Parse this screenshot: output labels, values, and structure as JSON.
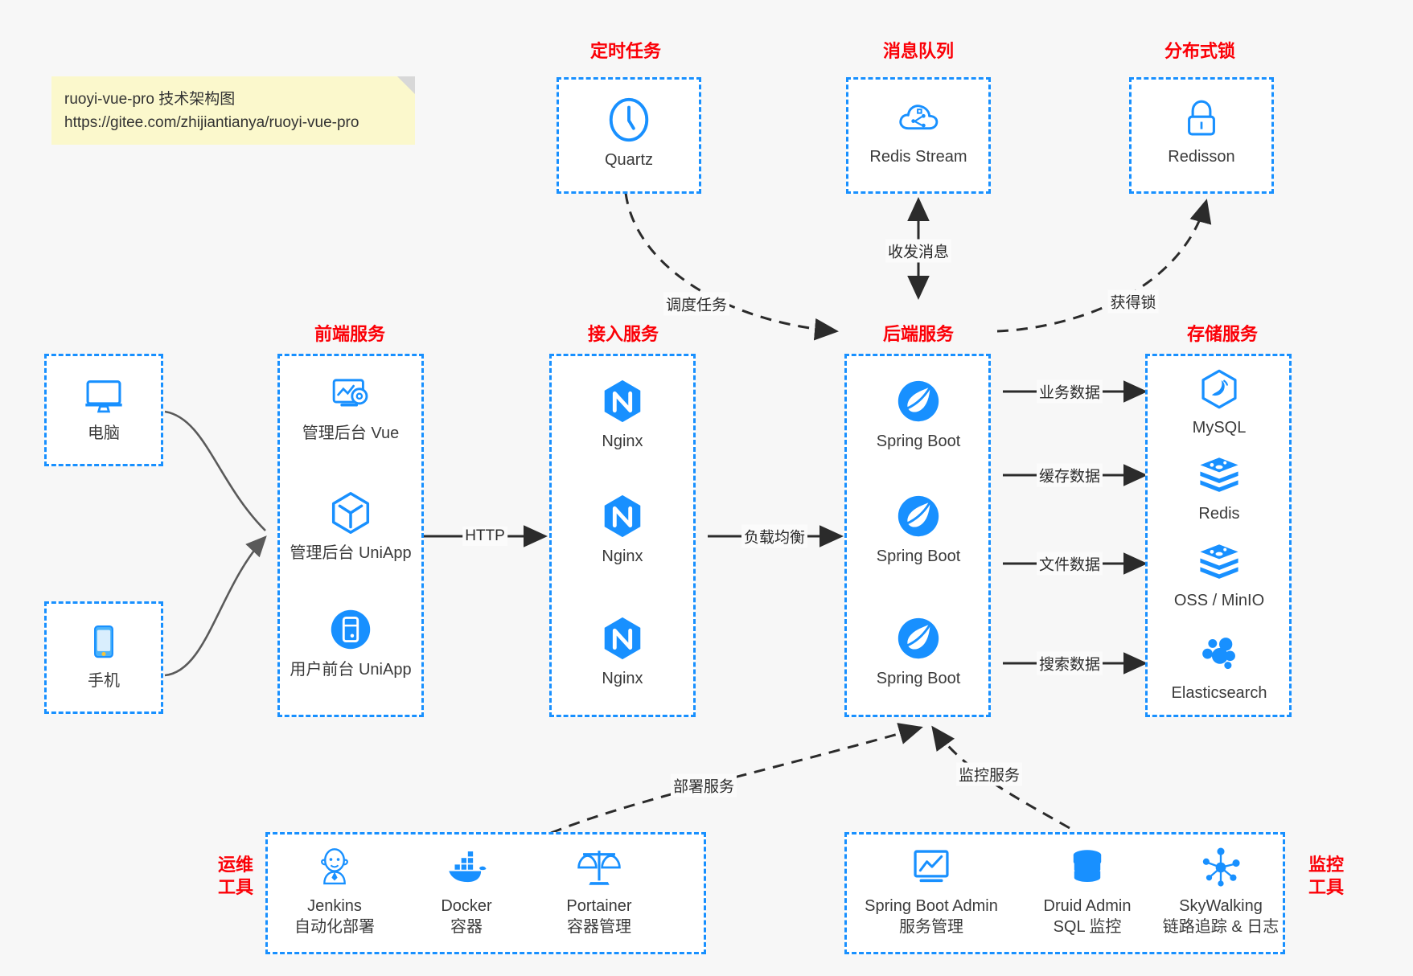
{
  "note": {
    "line1": "ruoyi-vue-pro 技术架构图",
    "line2": "https://gitee.com/zhijiantianya/ruoyi-vue-pro"
  },
  "colors": {
    "background": "#f7f7f7",
    "box_border": "#1890ff",
    "box_fill": "#ffffff",
    "group_title": "#fb0007",
    "icon_blue": "#1890ff",
    "label_text": "#3b3b3b",
    "edge": "#2b2b2b",
    "note_fill": "#fbf8cc"
  },
  "groups": {
    "scheduler": {
      "title": "定时任务",
      "nodes": [
        {
          "label": "Quartz",
          "icon": "clock-icon"
        }
      ]
    },
    "mq": {
      "title": "消息队列",
      "nodes": [
        {
          "label": "Redis Stream",
          "icon": "cloud-stream-icon"
        }
      ]
    },
    "lock": {
      "title": "分布式锁",
      "nodes": [
        {
          "label": "Redisson",
          "icon": "padlock-icon"
        }
      ]
    },
    "clients": {
      "nodes": [
        {
          "label": "电脑",
          "icon": "desktop-icon"
        },
        {
          "label": "手机",
          "icon": "mobile-phone-icon"
        }
      ]
    },
    "frontend": {
      "title": "前端服务",
      "nodes": [
        {
          "label": "管理后台 Vue",
          "icon": "dashboard-gear-icon"
        },
        {
          "label": "管理后台 UniApp",
          "icon": "hexagon-cube-icon"
        },
        {
          "label": "用户前台 UniApp",
          "icon": "app-circle-icon"
        }
      ]
    },
    "gateway": {
      "title": "接入服务",
      "nodes": [
        {
          "label": "Nginx",
          "icon": "nginx-icon"
        },
        {
          "label": "Nginx",
          "icon": "nginx-icon"
        },
        {
          "label": "Nginx",
          "icon": "nginx-icon"
        }
      ]
    },
    "backend": {
      "title": "后端服务",
      "nodes": [
        {
          "label": "Spring Boot",
          "icon": "spring-boot-icon"
        },
        {
          "label": "Spring Boot",
          "icon": "spring-boot-icon"
        },
        {
          "label": "Spring Boot",
          "icon": "spring-boot-icon"
        }
      ]
    },
    "storage": {
      "title": "存储服务",
      "nodes": [
        {
          "label": "MySQL",
          "icon": "mysql-dolphin-icon"
        },
        {
          "label": "Redis",
          "icon": "redis-stack-icon"
        },
        {
          "label": "OSS / MinIO",
          "icon": "redis-stack-icon"
        },
        {
          "label": "Elasticsearch",
          "icon": "elasticsearch-icon"
        }
      ]
    },
    "devops": {
      "title": "运维\n工具",
      "title_line1": "运维",
      "title_line2": "工具",
      "nodes": [
        {
          "label": "Jenkins",
          "sublabel": "自动化部署",
          "icon": "jenkins-butler-icon"
        },
        {
          "label": "Docker",
          "sublabel": "容器",
          "icon": "docker-whale-icon"
        },
        {
          "label": "Portainer",
          "sublabel": "容器管理",
          "icon": "scales-icon"
        }
      ]
    },
    "monitor": {
      "title_line1": "监控",
      "title_line2": "工具",
      "nodes": [
        {
          "label": "Spring Boot Admin",
          "sublabel": "服务管理",
          "icon": "monitor-chart-icon"
        },
        {
          "label": "Druid Admin",
          "sublabel": "SQL 监控",
          "icon": "database-icon"
        },
        {
          "label": "SkyWalking",
          "sublabel": "链路追踪 & 日志",
          "icon": "skywalking-node-icon"
        }
      ]
    }
  },
  "edges": [
    {
      "id": "http",
      "label": "HTTP",
      "from": "frontend",
      "to": "gateway",
      "style": "solid"
    },
    {
      "id": "lb",
      "label": "负载均衡",
      "from": "gateway",
      "to": "backend",
      "style": "solid"
    },
    {
      "id": "biz",
      "label": "业务数据",
      "from": "backend",
      "to": "MySQL",
      "style": "solid"
    },
    {
      "id": "cache",
      "label": "缓存数据",
      "from": "backend",
      "to": "Redis",
      "style": "solid"
    },
    {
      "id": "file",
      "label": "文件数据",
      "from": "backend",
      "to": "OSS / MinIO",
      "style": "solid"
    },
    {
      "id": "search",
      "label": "搜索数据",
      "from": "backend",
      "to": "Elasticsearch",
      "style": "solid"
    },
    {
      "id": "sched",
      "label": "调度任务",
      "from": "Quartz",
      "to": "backend",
      "style": "dashed"
    },
    {
      "id": "msg",
      "label": "收发消息",
      "from": "Redis Stream",
      "to": "backend",
      "style": "dashed-bidirectional"
    },
    {
      "id": "getlock",
      "label": "获得锁",
      "from": "backend",
      "to": "Redisson",
      "style": "dashed"
    },
    {
      "id": "deploy",
      "label": "部署服务",
      "from": "devops",
      "to": "backend",
      "style": "dashed"
    },
    {
      "id": "observe",
      "label": "监控服务",
      "from": "monitor",
      "to": "backend",
      "style": "dashed"
    },
    {
      "id": "pc-in",
      "label": "",
      "from": "电脑",
      "to": "frontend",
      "style": "solid-curve"
    },
    {
      "id": "mobile-in",
      "label": "",
      "from": "手机",
      "to": "frontend",
      "style": "solid-curve"
    }
  ]
}
